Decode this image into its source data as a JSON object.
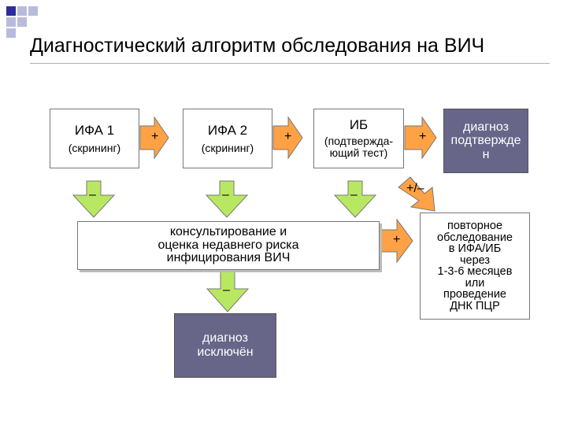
{
  "title": "Диагностический алгоритм обследования на ВИЧ",
  "nodes": {
    "ifa1": {
      "main": "ИФА 1",
      "sub": "(скрининг)"
    },
    "ifa2": {
      "main": "ИФА 2",
      "sub": "(скрининг)"
    },
    "ib": {
      "main": "ИБ",
      "sub1": "(подтвержда-",
      "sub2": "ющий тест)"
    },
    "confirmed": {
      "l1": "диагноз",
      "l2": "подтвержде",
      "l3": "н"
    },
    "counsel": {
      "l1": "консультирование и",
      "l2": "оценка недавнего риска",
      "l3": "инфицирования ВИЧ"
    },
    "repeat": {
      "l1": "повторное",
      "l2": "обследование",
      "l3": "в ИФА/ИБ",
      "l4": "через",
      "l5": "1-3-6 месяцев",
      "l6": "или",
      "l7": "проведение",
      "l8": "ДНК ПЦР"
    },
    "excluded": {
      "l1": "диагноз",
      "l2": "исключён"
    }
  },
  "signs": {
    "ifa1_ifa2": "+",
    "ifa2_ib": "+",
    "ib_confirmed": "+",
    "ib_indeterminate": "+/–",
    "ifa1_neg": "–",
    "ifa2_neg": "–",
    "ib_neg": "–",
    "counsel_repeat": "+",
    "counsel_neg": "–"
  },
  "colors": {
    "arrow_fill": "#ffa245",
    "down_arrow_fill": "#b8e862",
    "dark_box": "#676689",
    "deco_blue": "#2c2c9c"
  }
}
